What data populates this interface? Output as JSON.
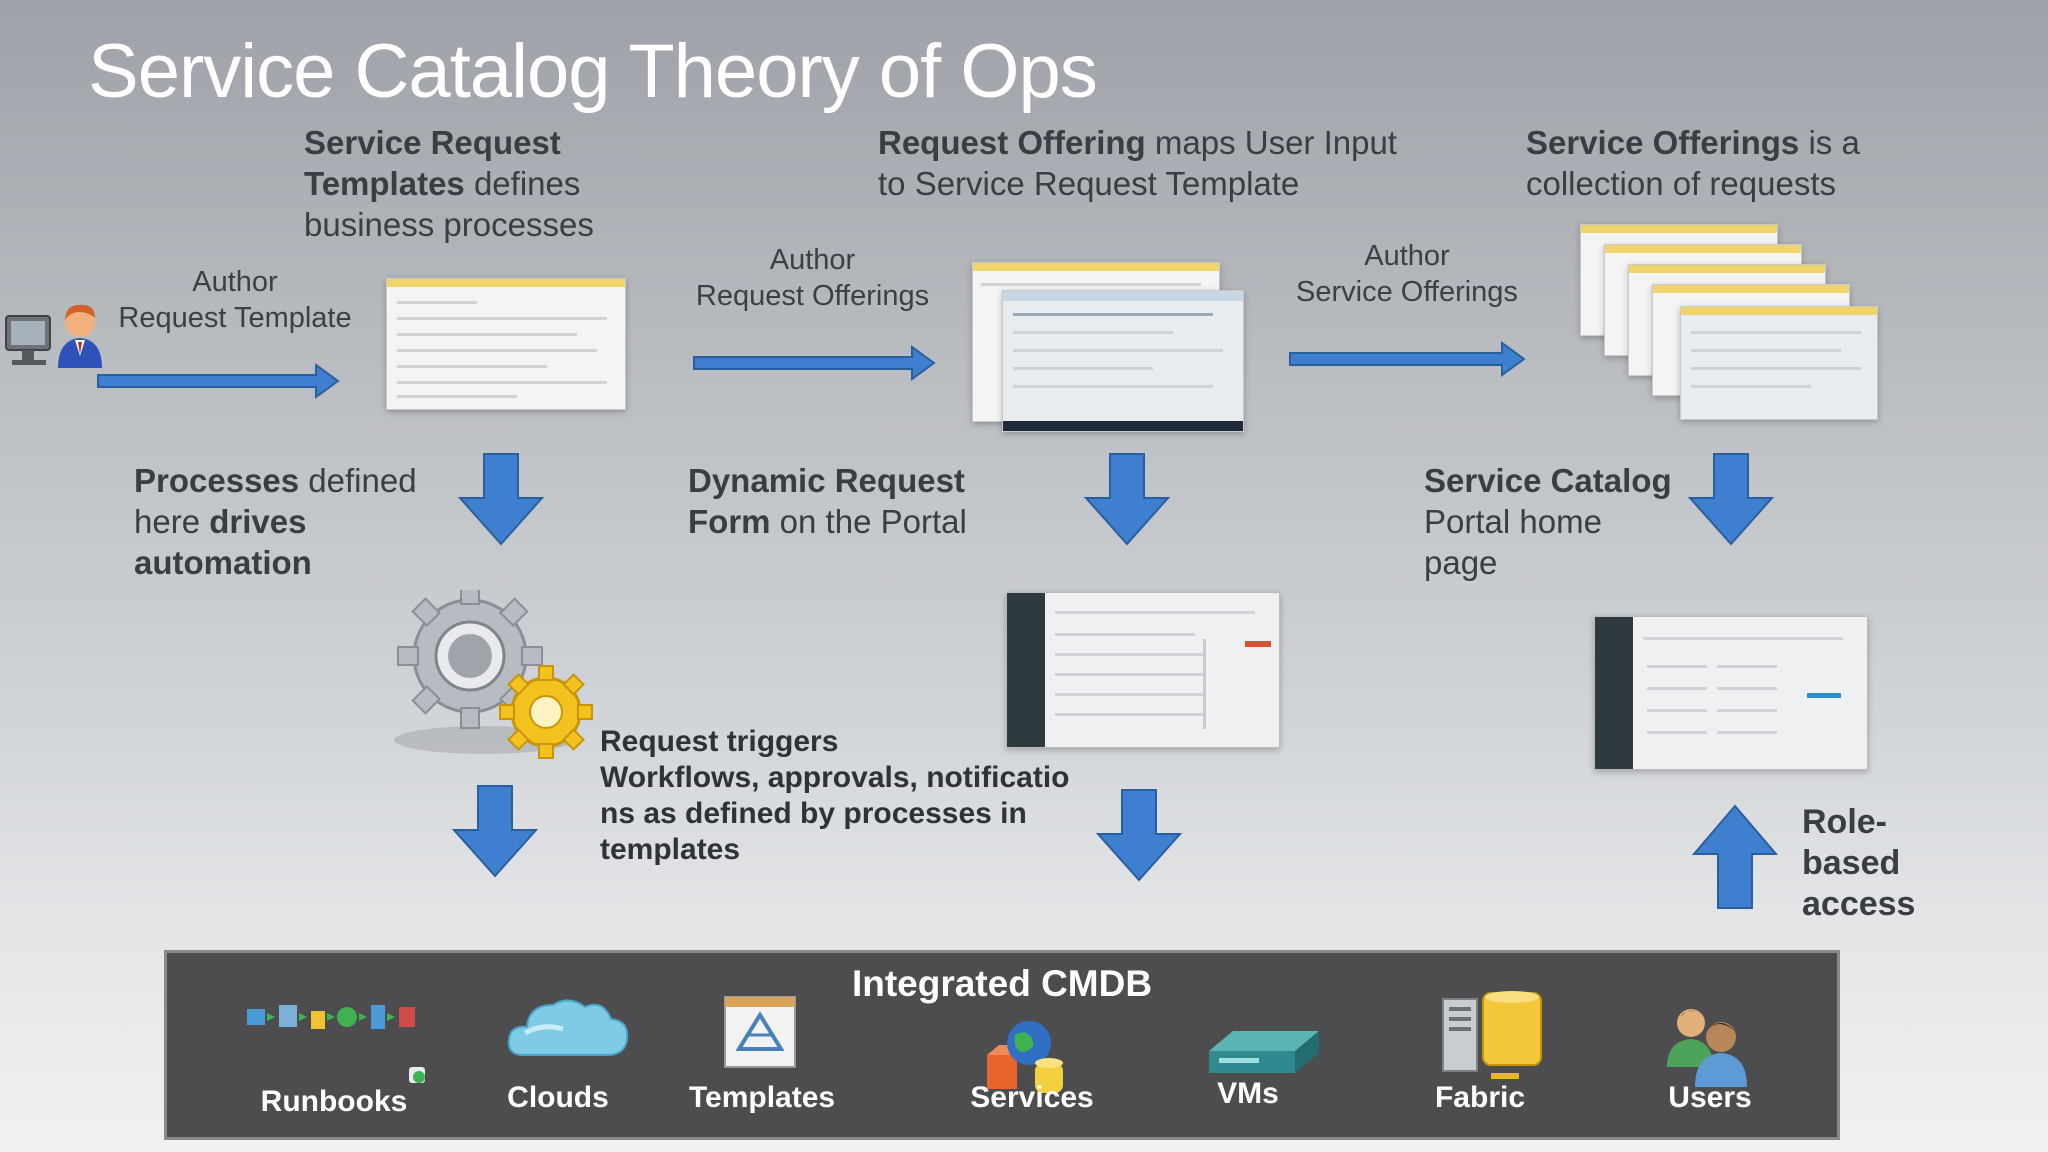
{
  "title": "Service Catalog Theory of Ops",
  "top_captions": {
    "srt_bold1": "Service Request",
    "srt_bold2": "Templates",
    "srt_rest1": " defines",
    "srt_rest2": "business processes",
    "ro_bold": "Request Offering",
    "ro_rest1": " maps User Input",
    "ro_rest2": "to Service Request Template",
    "so_bold": "Service Offerings",
    "so_rest1": " is a",
    "so_rest2": "collection of requests"
  },
  "author_labels": {
    "a1_l1": "Author",
    "a1_l2": "Request  Template",
    "a2_l1": "Author",
    "a2_l2": "Request Offerings",
    "a3_l1": "Author",
    "a3_l2": "Service Offerings"
  },
  "middle_captions": {
    "proc_bold1": "Processes",
    "proc_rest1": " defined",
    "proc_rest2": "here ",
    "proc_bold2": "drives",
    "proc_bold3": "automation",
    "dyn_bold1": "Dynamic Request",
    "dyn_bold2": "Form",
    "dyn_rest": " on the Portal",
    "cat_bold": "Service Catalog",
    "cat_rest1": "Portal home",
    "cat_rest2": "page"
  },
  "trigger_text": {
    "l1": "Request triggers",
    "l2": "Workflows, approvals, notificatio",
    "l3": "ns as defined by processes in",
    "l4": "templates"
  },
  "role_text": {
    "l1": "Role-",
    "l2": "based",
    "l3": "access"
  },
  "cmdb": {
    "title": "Integrated CMDB",
    "items": [
      "Runbooks",
      "Clouds",
      "Templates",
      "Services",
      "VMs",
      "Fabric",
      "Users"
    ]
  },
  "colors": {
    "arrow_fill": "#3f7fd0",
    "arrow_stroke": "#2a5f9e",
    "panel_bg": "#4d4d4f",
    "title_color": "#ffffff"
  },
  "icons": [
    "user-at-computer-icon",
    "gears-icon",
    "runbooks-icon",
    "cloud-icon",
    "template-icon",
    "services-icon",
    "vm-icon",
    "fabric-icon",
    "users-icon"
  ]
}
